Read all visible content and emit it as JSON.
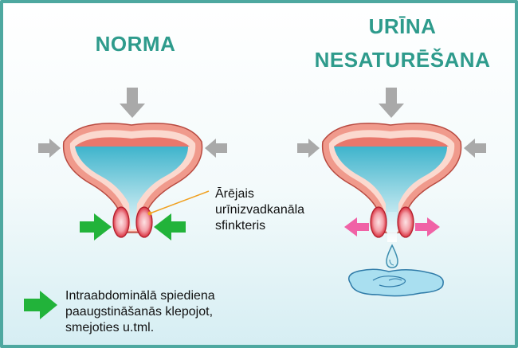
{
  "titles": {
    "normal": "NORMA",
    "incontinence_line1": "URĪNA",
    "incontinence_line2": "NESATURĒŠANA"
  },
  "sphincter_label": {
    "line1": "Ārējais",
    "line2": "urīnizvadkanāla",
    "line3": "sfinkteris"
  },
  "legend": {
    "line1": "Intraabdominālā spiediena",
    "line2": "paaugstināšanās klepojot,",
    "line3": "smejoties u.tml."
  },
  "colors": {
    "title": "#2e9b8c",
    "frame": "#4ea8a0",
    "bladder_wall": "#f09a8c",
    "urine": "#56c2d6",
    "pressure_arrow": "#a9a9a9",
    "closing_arrow": "#22b33a",
    "opening_arrow": "#f062a6",
    "pointer_line": "#f0a020"
  }
}
